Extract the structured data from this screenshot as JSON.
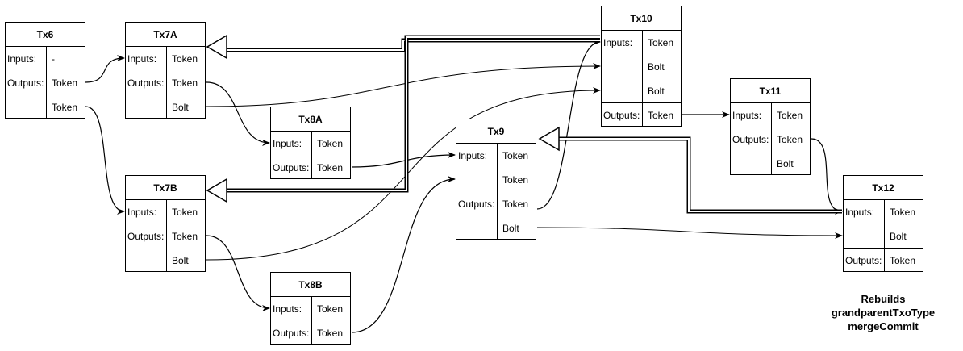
{
  "transactions": [
    {
      "id": "tx6",
      "title": "Tx6",
      "rows": [
        {
          "l": "Inputs:",
          "r": "-"
        },
        {
          "l": "Outputs:",
          "r": "Token"
        },
        {
          "l": "",
          "r": "Token"
        }
      ]
    },
    {
      "id": "tx7a",
      "title": "Tx7A",
      "rows": [
        {
          "l": "Inputs:",
          "r": "Token"
        },
        {
          "l": "Outputs:",
          "r": "Token"
        },
        {
          "l": "",
          "r": "Bolt"
        }
      ]
    },
    {
      "id": "tx7b",
      "title": "Tx7B",
      "rows": [
        {
          "l": "Inputs:",
          "r": "Token"
        },
        {
          "l": "Outputs:",
          "r": "Token"
        },
        {
          "l": "",
          "r": "Bolt"
        }
      ]
    },
    {
      "id": "tx8a",
      "title": "Tx8A",
      "rows": [
        {
          "l": "Inputs:",
          "r": "Token"
        },
        {
          "l": "Outputs:",
          "r": "Token"
        }
      ]
    },
    {
      "id": "tx8b",
      "title": "Tx8B",
      "rows": [
        {
          "l": "Inputs:",
          "r": "Token"
        },
        {
          "l": "Outputs:",
          "r": "Token"
        }
      ]
    },
    {
      "id": "tx9",
      "title": "Tx9",
      "rows": [
        {
          "l": "Inputs:",
          "r": "Token"
        },
        {
          "l": "",
          "r": "Token"
        },
        {
          "l": "Outputs:",
          "r": "Token"
        },
        {
          "l": "",
          "r": "Bolt"
        }
      ]
    },
    {
      "id": "tx10",
      "title": "Tx10",
      "rows": [
        {
          "l": "Inputs:",
          "r": "Token"
        },
        {
          "l": "",
          "r": "Bolt"
        },
        {
          "l": "",
          "r": "Bolt"
        },
        {
          "l": "Outputs:",
          "r": "Token"
        }
      ]
    },
    {
      "id": "tx11",
      "title": "Tx11",
      "rows": [
        {
          "l": "Inputs:",
          "r": "Token"
        },
        {
          "l": "Outputs:",
          "r": "Token"
        },
        {
          "l": "",
          "r": "Bolt"
        }
      ]
    },
    {
      "id": "tx12",
      "title": "Tx12",
      "rows": [
        {
          "l": "Inputs:",
          "r": "Token"
        },
        {
          "l": "",
          "r": "Bolt"
        },
        {
          "l": "Outputs:",
          "r": "Token"
        }
      ]
    }
  ],
  "note": {
    "lines": [
      "Rebuilds",
      "grandparentTxoType",
      "mergeCommit"
    ]
  },
  "colors": {
    "stroke": "#000000",
    "background": "#ffffff"
  }
}
